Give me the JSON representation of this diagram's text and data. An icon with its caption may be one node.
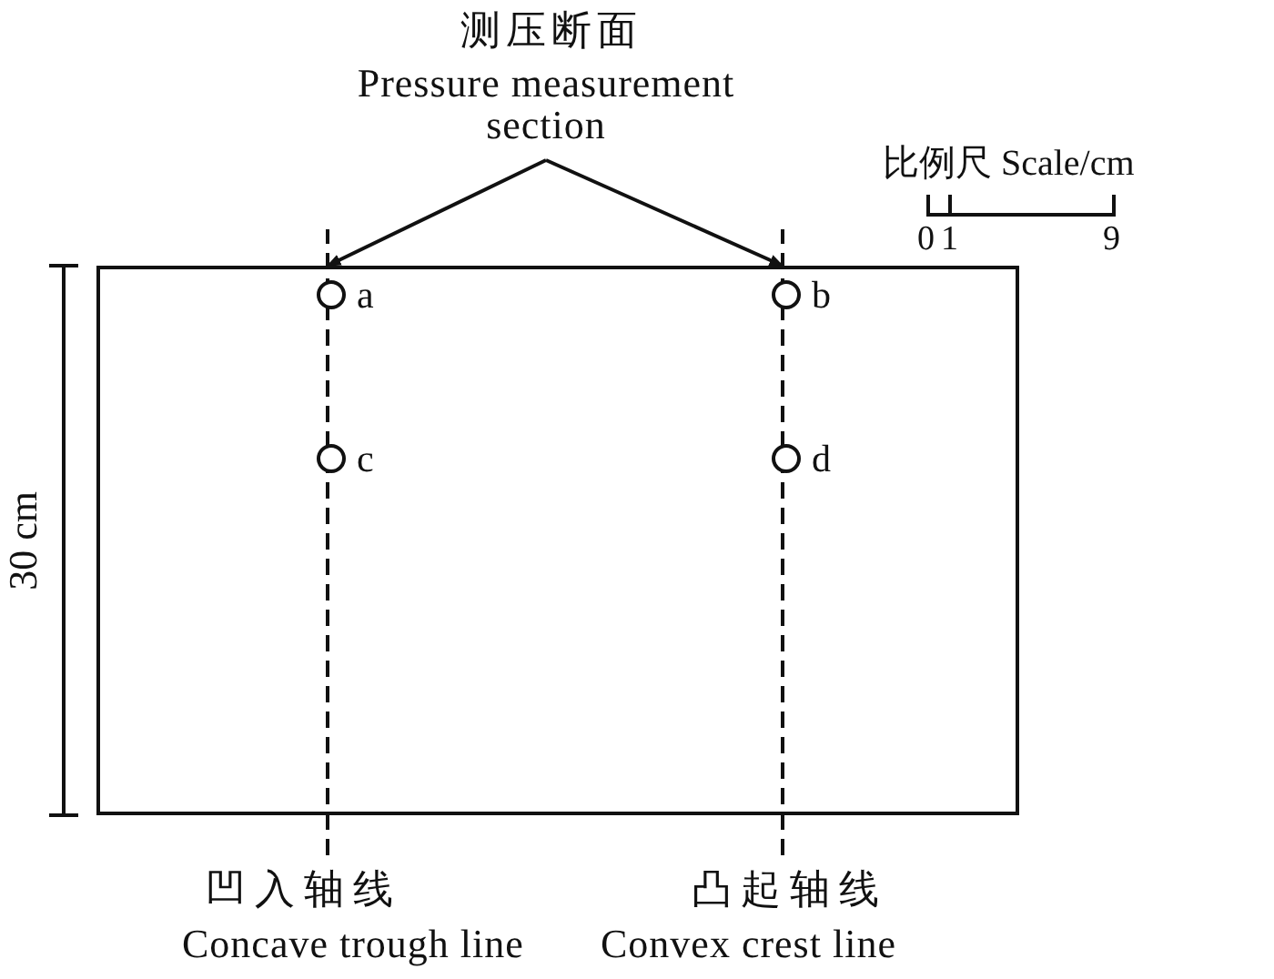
{
  "diagram": {
    "nodes": [
      {
        "text": [
          "测压断面",
          "Pressure measurement section"
        ]
      },
      {
        "text": [],
        "shape": "box"
      },
      {
        "text": [],
        "shape": "circle",
        "in": 1,
        "beside": [
          "a"
        ]
      },
      {
        "text": [],
        "shape": "circle",
        "in": 1,
        "beside": [
          "b"
        ]
      },
      {
        "text": [],
        "shape": "circle",
        "in": 1,
        "beside": [
          "c"
        ]
      },
      {
        "text": [],
        "shape": "circle",
        "in": 1,
        "beside": [
          "d"
        ]
      },
      {
        "text": [
          "凹入轴线",
          "Concave trough line"
        ]
      },
      {
        "text": [
          "凸起轴线",
          "Convex crest line"
        ]
      }
    ],
    "edges": [
      {
        "from": 0,
        "to": 1,
        "arrow": "to"
      },
      {
        "from": 0,
        "to": 1,
        "arrow": "to"
      },
      {
        "from": 6,
        "to": null,
        "arrow": "none",
        "style": "dashed"
      },
      {
        "from": 7,
        "to": null,
        "arrow": "none",
        "style": "dashed"
      }
    ],
    "labels": [
      "比例尺 Scale/cm",
      "0",
      "1",
      "9",
      "30 cm"
    ]
  }
}
